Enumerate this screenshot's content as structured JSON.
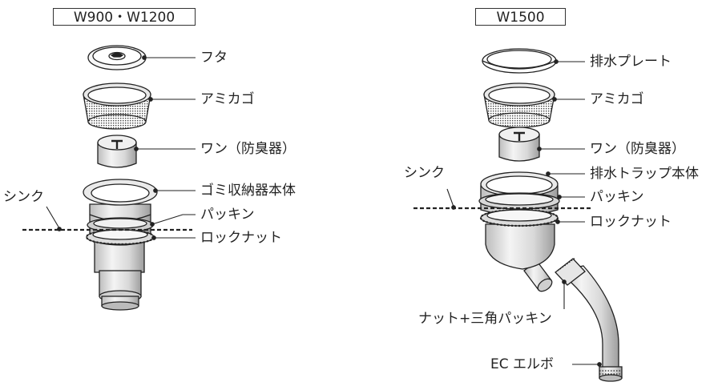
{
  "left_assembly": {
    "title": "W900・W1200",
    "labels": {
      "futa": "フタ",
      "amikago": "アミカゴ",
      "wan": "ワン（防臭器）",
      "body": "ゴミ収納器本体",
      "sink": "シンク",
      "packing": "パッキン",
      "locknut": "ロックナット"
    }
  },
  "right_assembly": {
    "title": "W1500",
    "labels": {
      "plate": "排水プレート",
      "amikago": "アミカゴ",
      "wan": "ワン（防臭器）",
      "sink": "シンク",
      "body": "排水トラップ本体",
      "packing": "パッキン",
      "locknut": "ロックナット",
      "nut_packing": "ナット+三角パッキン",
      "elbow": "EC エルボ"
    }
  },
  "colors": {
    "line": "#222222",
    "shade": "#cfcfcf",
    "light": "#f2f2f2"
  }
}
